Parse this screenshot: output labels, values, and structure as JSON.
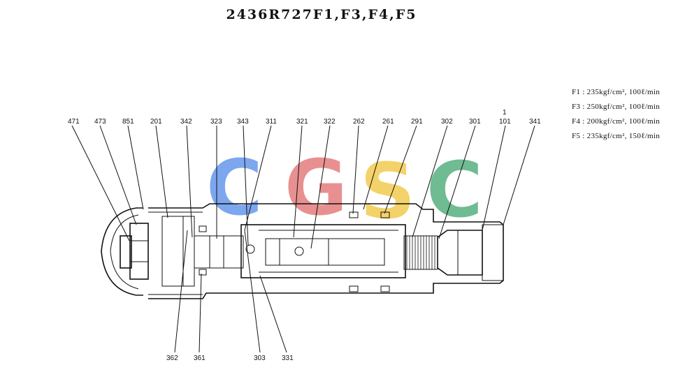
{
  "title": "2436R727F1,F3,F4,F5",
  "specs": [
    "F1 : 235kgf/cm², 100ℓ/min",
    "F3 : 250kgf/cm², 100ℓ/min",
    "F4 : 200kgf/cm², 100ℓ/min",
    "F5 :  235kgf/cm², 150ℓ/min"
  ],
  "watermark": {
    "letters": [
      "C",
      "G",
      "S",
      "C"
    ],
    "colors": [
      "#4a86e8",
      "#e06666",
      "#f1c232",
      "#38a169"
    ]
  },
  "top_labels": [
    "471",
    "473",
    "851",
    "201",
    "342",
    "323",
    "343",
    "311",
    "321",
    "322",
    "262",
    "261",
    "291",
    "302",
    "301",
    "1",
    "101",
    "341"
  ],
  "bottom_labels": [
    "362",
    "361",
    "303",
    "331"
  ]
}
